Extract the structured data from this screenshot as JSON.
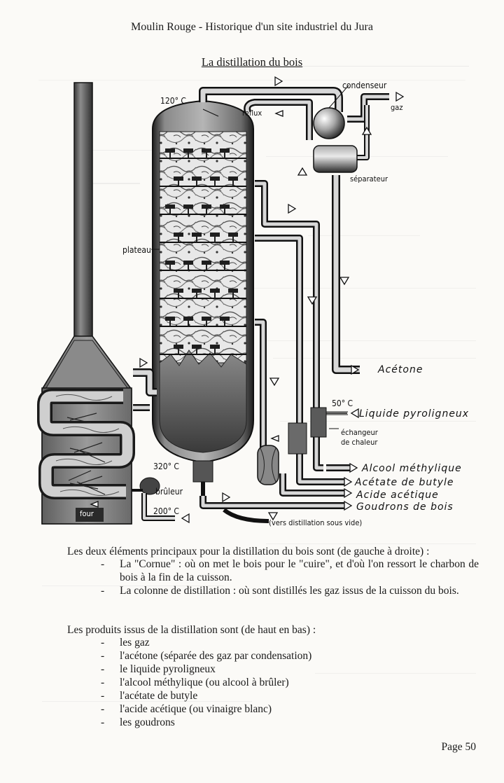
{
  "header": {
    "title": "Moulin Rouge - Historique d'un site industriel du Jura"
  },
  "figure": {
    "title": "La distillation du bois",
    "labels": {
      "temp_120": "120° C",
      "reflux": "reflux",
      "condenser": "condenseur",
      "gas": "gaz",
      "separator": "séparateur",
      "plate": "plateau",
      "temp_50": "50° C",
      "exchanger_line1": "échangeur",
      "exchanger_line2": "de chaleur",
      "temp_320": "320° C",
      "burner": "brûleur",
      "furnace": "four",
      "temp_200": "200° C",
      "vacuum": "(vers distillation sous vide)"
    },
    "products": {
      "acetone": "Acétone",
      "pyroligneous": "Liquide pyroligneux",
      "methyl": "Alcool méthylique",
      "butyl": "Acétate de butyle",
      "acetic": "Acide acétique",
      "tar": "Goudrons de bois"
    }
  },
  "section1": {
    "intro": "Les deux éléments principaux pour la distillation du bois sont (de gauche à droite) :",
    "items": [
      "La \"Cornue\" : où on met le bois pour le \"cuire\", et d'où l'on ressort le charbon de bois à la fin de la cuisson.",
      "La colonne de distillation : où sont distillés les gaz issus de la cuisson du bois."
    ]
  },
  "section2": {
    "intro": "Les produits issus de la distillation sont (de haut en bas) :",
    "items": [
      "les gaz",
      "l'acétone (séparée des gaz par condensation)",
      "le liquide pyroligneux",
      "l'alcool méthylique (ou alcool à brûler)",
      "l'acétate de butyle",
      "l'acide acétique (ou vinaigre blanc)",
      "les goudrons"
    ]
  },
  "list_marker": "-",
  "page_number": "Page 50"
}
